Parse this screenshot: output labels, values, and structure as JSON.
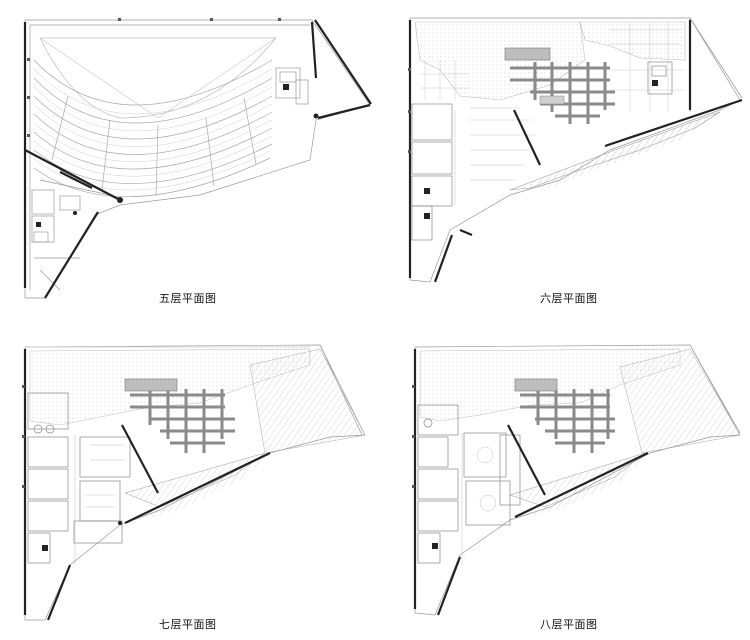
{
  "plans": [
    {
      "id": "floor5",
      "caption": "五层平面图"
    },
    {
      "id": "floor6",
      "caption": "六层平面图"
    },
    {
      "id": "floor7",
      "caption": "七层平面图"
    },
    {
      "id": "floor8",
      "caption": "八层平面图"
    }
  ]
}
